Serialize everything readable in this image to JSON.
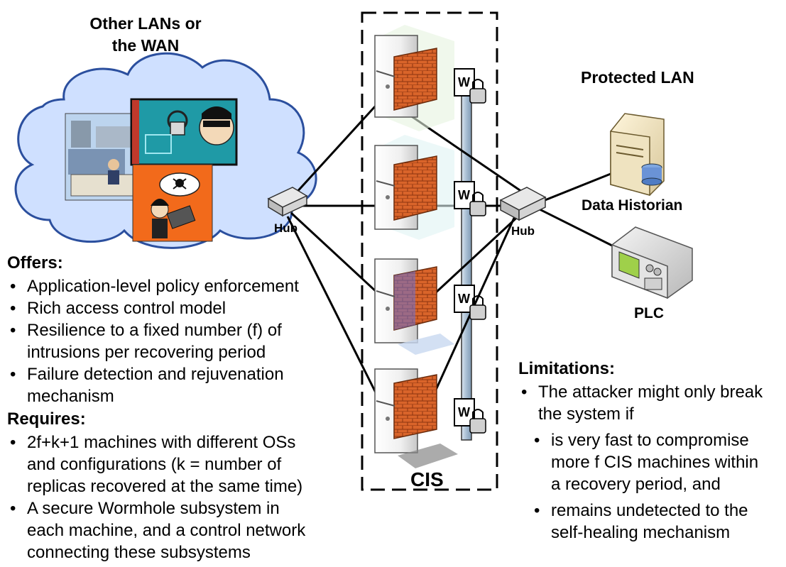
{
  "cloud": {
    "title_line1": "Other LANs or",
    "title_line2": "the WAN"
  },
  "protected_lan": {
    "title": "Protected LAN"
  },
  "hubs": {
    "left": "Hub",
    "right": "Hub"
  },
  "cis": {
    "label": "CIS",
    "wormhole_label": "W"
  },
  "devices": {
    "historian": "Data Historian",
    "plc": "PLC"
  },
  "offers": {
    "heading": "Offers:",
    "items": [
      "Application-level policy enforcement",
      "Rich access control model",
      "Resilience to a fixed number (f) of",
      "intrusions per recovering period",
      "Failure detection and rejuvenation",
      "mechanism"
    ]
  },
  "requires": {
    "heading": "Requires:",
    "items": [
      "2f+k+1 machines with different OSs",
      "and configurations (k = number of",
      "replicas recovered at the same time)",
      "A secure Wormhole subsystem in",
      "each machine, and a control network",
      "connecting these subsystems"
    ]
  },
  "limitations": {
    "heading": "Limitations:",
    "intro_line1": "The attacker might only break",
    "intro_line2": "the system if",
    "sub_items": [
      "is very fast to compromise",
      "more f CIS machines within",
      "a recovery period, and",
      "remains undetected to the",
      "self-healing mechanism"
    ]
  },
  "colors": {
    "firewall_orange": "#d9642a",
    "firewall_blue": "#6a6fd0",
    "cloud_fill": "#cfe0ff",
    "bus": "#9fb7cf",
    "picture_orange": "#f26a1b",
    "picture_teal": "#1f9aa6"
  }
}
